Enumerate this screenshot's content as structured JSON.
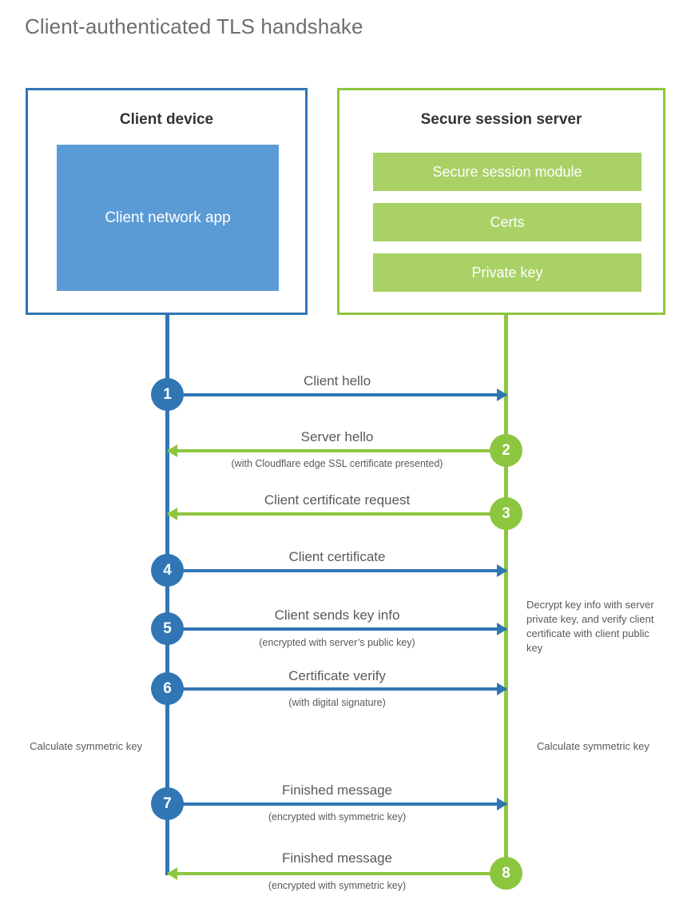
{
  "page": {
    "title": "Client-authenticated TLS handshake"
  },
  "colors": {
    "blue_border": "#3176b4",
    "blue_fill": "#5b9bd5",
    "green_border": "#8cc63e",
    "green_fill": "#a9d165",
    "title_text": "#6d6e71",
    "body_text": "#58595b"
  },
  "client_box": {
    "title": "Client device",
    "app_label": "Client network app"
  },
  "server_box": {
    "title": "Secure session server",
    "items": [
      {
        "label": "Secure session module"
      },
      {
        "label": "Certs"
      },
      {
        "label": "Private key"
      }
    ]
  },
  "steps": [
    {
      "number": "1",
      "label": "Client hello",
      "sub": "",
      "direction": "client-to-server",
      "color": "blue"
    },
    {
      "number": "2",
      "label": "Server hello",
      "sub": "(with Cloudflare edge SSL certificate presented)",
      "direction": "server-to-client",
      "color": "green"
    },
    {
      "number": "3",
      "label": "Client certificate request",
      "sub": "",
      "direction": "server-to-client",
      "color": "green"
    },
    {
      "number": "4",
      "label": "Client certificate",
      "sub": "",
      "direction": "client-to-server",
      "color": "blue"
    },
    {
      "number": "5",
      "label": "Client sends key info",
      "sub": "(encrypted with server’s public key)",
      "direction": "client-to-server",
      "color": "blue"
    },
    {
      "number": "6",
      "label": "Certificate verify",
      "sub": "(with digital signature)",
      "direction": "client-to-server",
      "color": "blue"
    },
    {
      "number": "7",
      "label": "Finished message",
      "sub": "(encrypted with symmetric key)",
      "direction": "client-to-server",
      "color": "blue"
    },
    {
      "number": "8",
      "label": "Finished message",
      "sub": "(encrypted with symmetric key)",
      "direction": "server-to-client",
      "color": "green"
    }
  ],
  "notes": {
    "server_decrypt": "Decrypt key info with server private key, and verify client certificate with client public key",
    "client_calculate": "Calculate symmetric key",
    "server_calculate": "Calculate symmetric key"
  }
}
